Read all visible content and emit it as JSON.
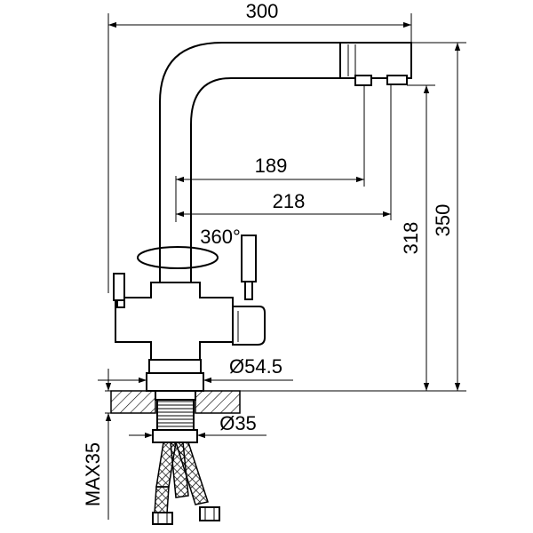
{
  "dimensions": {
    "width_total": "300",
    "reach_outlet_1": "189",
    "reach_outlet_2": "218",
    "rotation": "360°",
    "outlet_height": "318",
    "height_total": "350",
    "base_diameter": "Ø54.5",
    "thread_diameter": "Ø35",
    "max_mount_thickness": "MAX35"
  }
}
